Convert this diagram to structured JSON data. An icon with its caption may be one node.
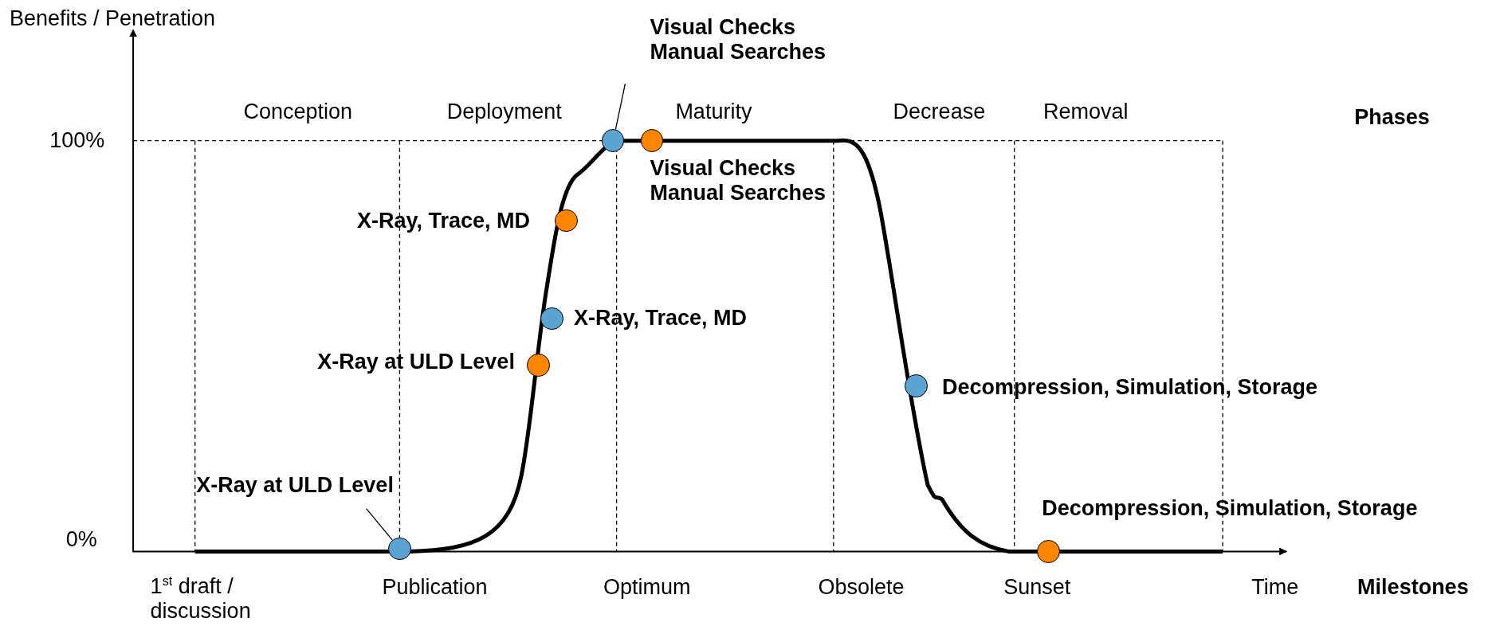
{
  "diagram": {
    "nodes": [
      {
        "text": [
          "Visual Checks Manual Searches"
        ]
      },
      {
        "text": [],
        "shape": "circle"
      },
      {
        "text": [],
        "shape": "circle",
        "beside": [
          "Visual Checks Manual Searches"
        ]
      },
      {
        "text": [],
        "shape": "circle",
        "beside": [
          "X-Ray, Trace, MD"
        ]
      },
      {
        "text": [],
        "shape": "circle",
        "beside": [
          "X-Ray, Trace, MD"
        ]
      },
      {
        "text": [],
        "shape": "circle",
        "beside": [
          "X-Ray at ULD Level"
        ]
      },
      {
        "text": [],
        "shape": "circle",
        "beside": [
          "Decompression, Simulation, Storage"
        ]
      },
      {
        "text": [
          "X-Ray at ULD Level"
        ]
      },
      {
        "text": [],
        "shape": "circle",
        "beside": [
          "Decompression, Simulation, Storage"
        ]
      },
      {
        "text": [],
        "shape": "circle"
      }
    ],
    "edges": [
      {
        "from": 0,
        "to": 1,
        "arrow": "none"
      },
      {
        "from": 7,
        "to": 9,
        "arrow": "none"
      }
    ],
    "labels": [
      "Benefits / Penetration",
      "Conception",
      "Deployment",
      "Maturity",
      "Decrease",
      "Removal",
      "Phases",
      "100%",
      "0%",
      "1$^{st}$ draft / discussion",
      "Publication",
      "Optimum",
      "Obsolete",
      "Sunset",
      "Time",
      "Milestones"
    ]
  }
}
